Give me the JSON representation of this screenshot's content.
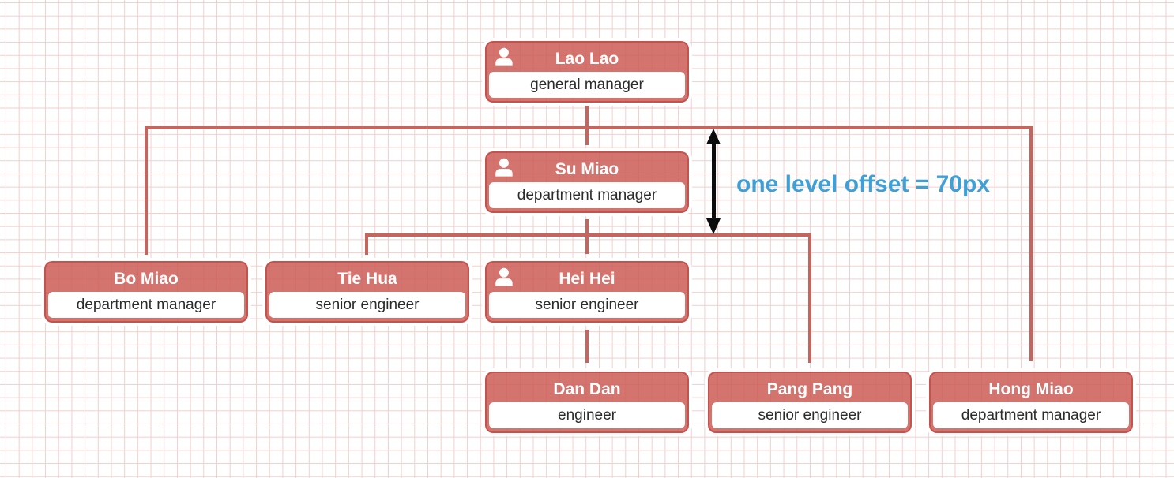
{
  "diagram": {
    "type": "org-chart",
    "annotation": {
      "text": "one level offset = 70px",
      "color": "#3fa0d6"
    },
    "colors": {
      "node_fill": "#d5736d",
      "node_border": "#c4544a",
      "connector": "#c5655d",
      "grid_line": "#f2cfcd",
      "background": "#ffffff",
      "name_text": "#ffffff",
      "title_text": "#2b2b2b",
      "arrow": "#0c0c0c"
    },
    "nodes": {
      "lao_lao": {
        "name": "Lao Lao",
        "title": "general manager",
        "has_person_icon": true
      },
      "su_miao": {
        "name": "Su Miao",
        "title": "department manager",
        "has_person_icon": true
      },
      "bo_miao": {
        "name": "Bo Miao",
        "title": "department manager",
        "has_person_icon": false
      },
      "tie_hua": {
        "name": "Tie Hua",
        "title": "senior engineer",
        "has_person_icon": false
      },
      "hei_hei": {
        "name": "Hei Hei",
        "title": "senior engineer",
        "has_person_icon": true
      },
      "dan_dan": {
        "name": "Dan Dan",
        "title": "engineer",
        "has_person_icon": false
      },
      "pang_pang": {
        "name": "Pang Pang",
        "title": "senior engineer",
        "has_person_icon": false
      },
      "hong_miao": {
        "name": "Hong Miao",
        "title": "department manager",
        "has_person_icon": false
      }
    },
    "edges": [
      {
        "from": "Lao Lao",
        "to": "Bo Miao"
      },
      {
        "from": "Lao Lao",
        "to": "Su Miao"
      },
      {
        "from": "Lao Lao",
        "to": "Hong Miao"
      },
      {
        "from": "Su Miao",
        "to": "Tie Hua"
      },
      {
        "from": "Su Miao",
        "to": "Hei Hei"
      },
      {
        "from": "Su Miao",
        "to": "Pang Pang"
      },
      {
        "from": "Hei Hei",
        "to": "Dan Dan"
      }
    ]
  }
}
